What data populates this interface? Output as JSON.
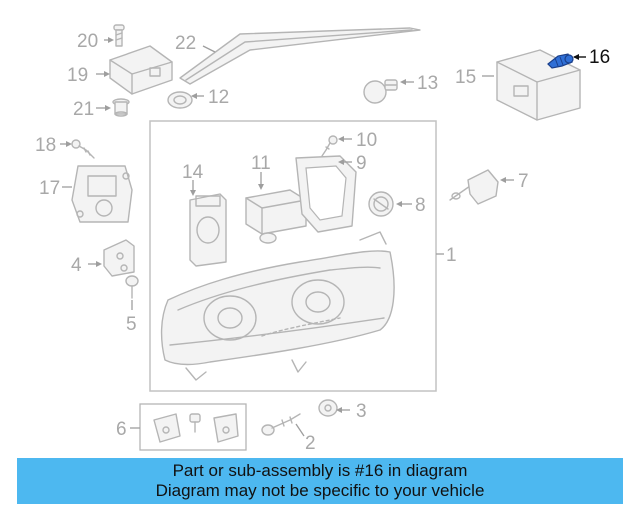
{
  "diagram": {
    "callouts": {
      "c1": "1",
      "c2": "2",
      "c3": "3",
      "c4": "4",
      "c5": "5",
      "c6": "6",
      "c7": "7",
      "c8": "8",
      "c9": "9",
      "c10": "10",
      "c11": "11",
      "c12": "12",
      "c13": "13",
      "c14": "14",
      "c15": "15",
      "c16": "16",
      "c17": "17",
      "c18": "18",
      "c19": "19",
      "c20": "20",
      "c21": "21",
      "c22": "22"
    },
    "highlighted_callout": "16",
    "colors": {
      "line_art": "#b5b5b5",
      "highlight_part": "#2f6fd6",
      "banner_background": "#4db8f0"
    }
  },
  "banner": {
    "line1": "Part or sub-assembly is #16 in diagram",
    "line2": "Diagram may not be specific to your vehicle"
  }
}
